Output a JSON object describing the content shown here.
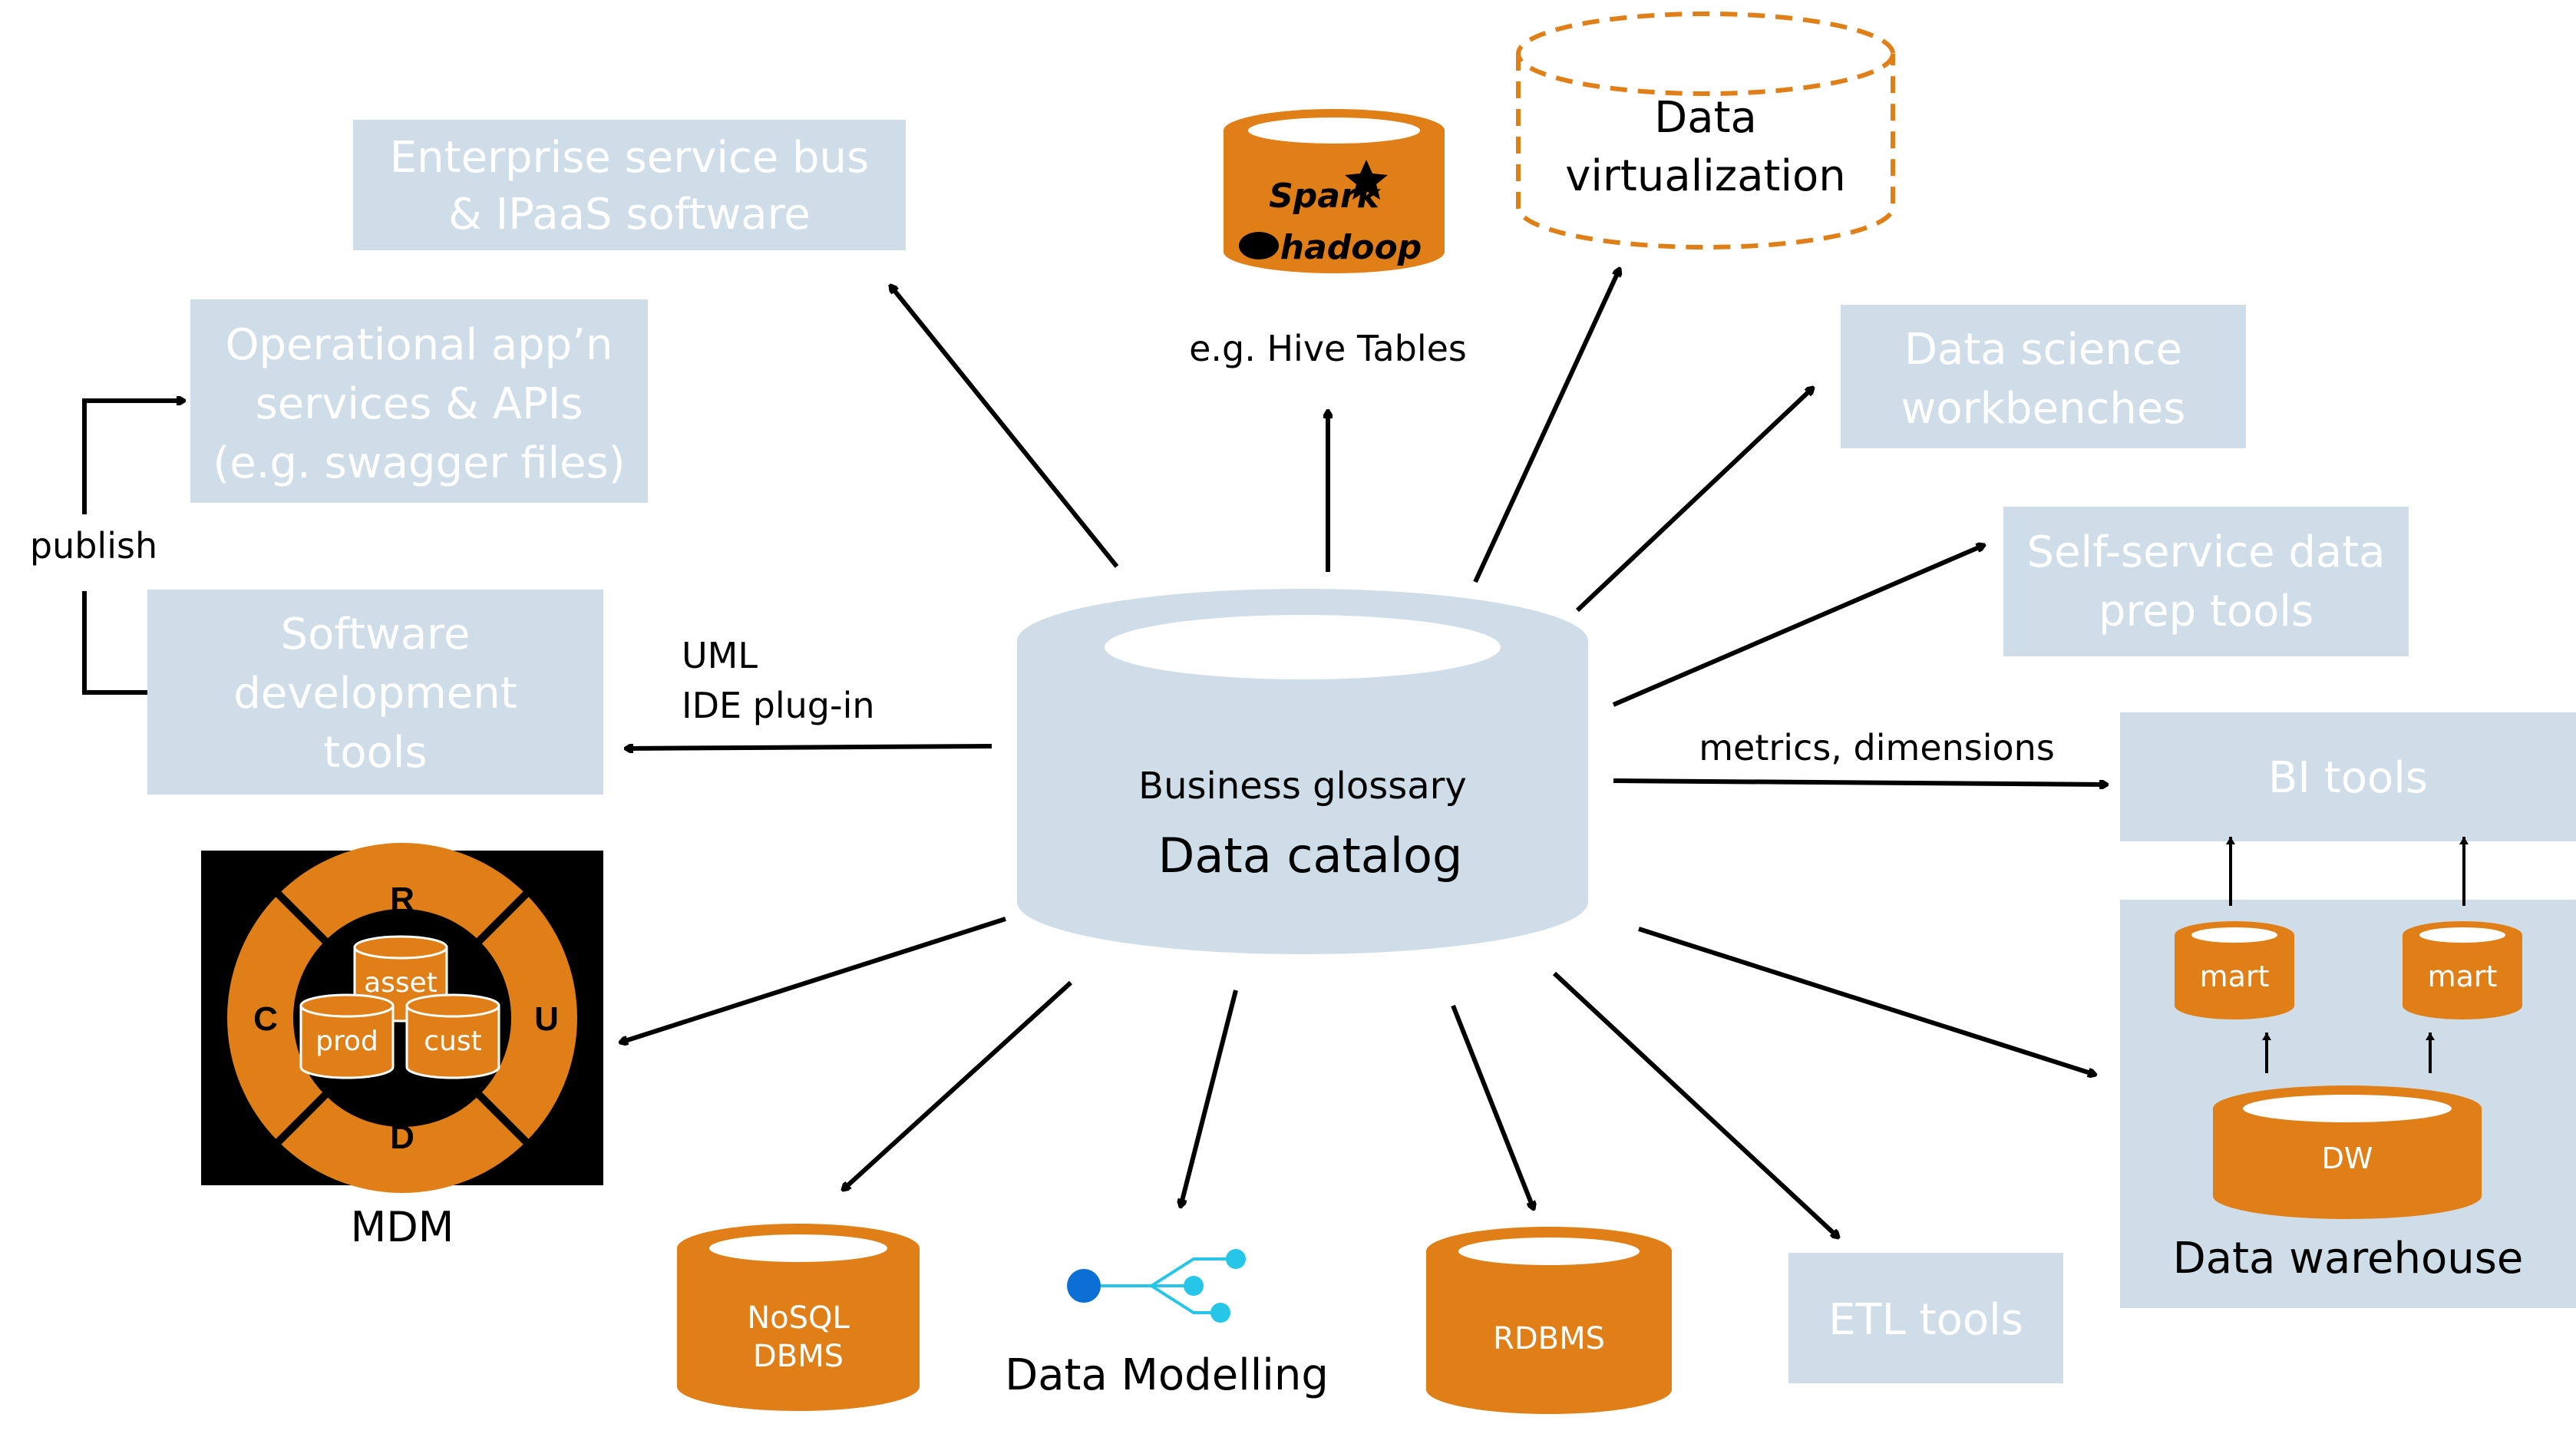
{
  "center": {
    "subtitle": "Business glossary",
    "title": "Data catalog"
  },
  "nodes": {
    "esb": [
      "Enterprise service bus",
      "& IPaaS software"
    ],
    "operational": [
      "Operational app’n",
      "services & APIs",
      "(e.g. swagger files)"
    ],
    "software_dev": [
      "Software",
      "development",
      "tools"
    ],
    "data_science": [
      "Data science",
      "workbenches"
    ],
    "self_service": [
      "Self-service data",
      "prep tools"
    ],
    "bi_tools": "BI tools",
    "etl_tools": "ETL tools",
    "data_virtualization": [
      "Data",
      "virtualization"
    ],
    "hive_caption": "e.g. Hive Tables",
    "spark_logo": "Spark",
    "hadoop_logo": "hadoop",
    "nosql": [
      "NoSQL",
      "DBMS"
    ],
    "rdbms": "RDBMS",
    "data_modelling": "Data Modelling",
    "mdm": {
      "caption": "MDM",
      "letters": {
        "r": "R",
        "u": "U",
        "d": "D",
        "c": "C"
      },
      "asset": "asset",
      "prod": "prod",
      "cust": "cust"
    },
    "data_warehouse": {
      "caption": "Data warehouse",
      "mart1": "mart",
      "mart2": "mart",
      "dw": "DW"
    }
  },
  "labels": {
    "publish": "publish",
    "uml": "UML",
    "ide": "IDE plug-in",
    "metrics": "metrics, dimensions"
  },
  "colors": {
    "box": "#cfdde8",
    "orange": "#e07f17",
    "mdm_background": "#000000",
    "modelling_blue": "#0b6fd6",
    "modelling_cyan": "#26c6e8"
  }
}
